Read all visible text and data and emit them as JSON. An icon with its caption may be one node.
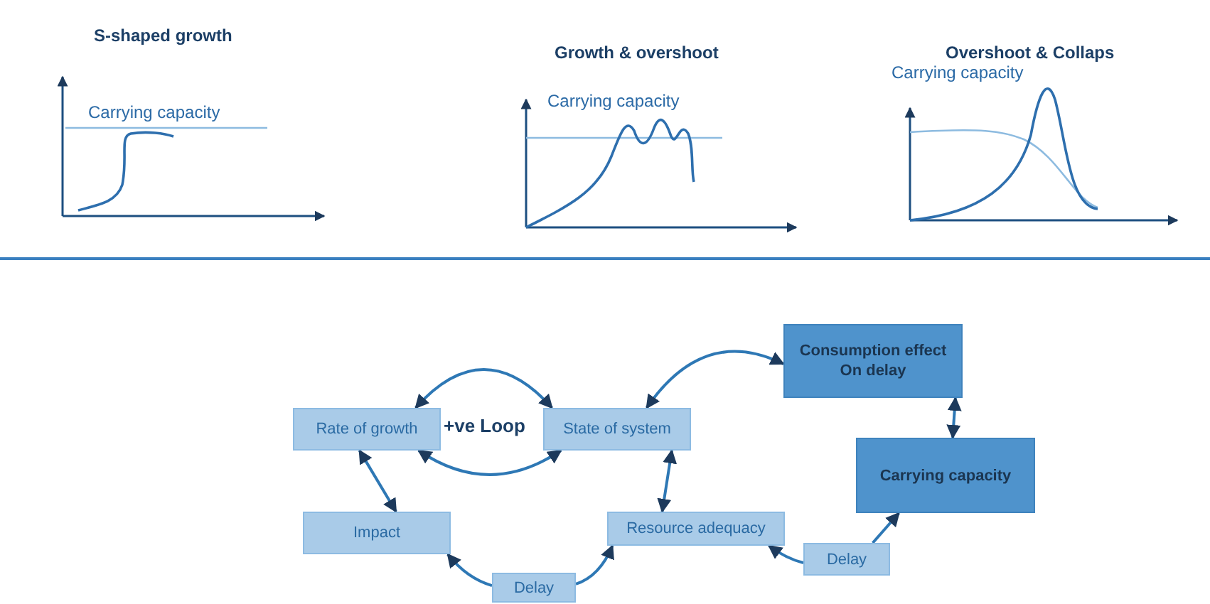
{
  "diagram": {
    "nodes": [
      {
        "text": [
          "Consumption effect On delay"
        ]
      },
      {
        "text": [
          "Rate of growth"
        ]
      },
      {
        "text": [
          "State of system"
        ]
      },
      {
        "text": [
          "Carrying capacity"
        ]
      },
      {
        "text": [
          "Impact"
        ]
      },
      {
        "text": [
          "Resource adequacy"
        ]
      },
      {
        "text": [
          "Delay"
        ]
      },
      {
        "text": [
          "Delay"
        ]
      }
    ],
    "edges": [
      {
        "from": 1,
        "to": 2,
        "arrow": "both"
      },
      {
        "from": 2,
        "to": 1,
        "arrow": "both"
      },
      {
        "from": 1,
        "to": 4,
        "arrow": "both"
      },
      {
        "from": 2,
        "to": 0,
        "arrow": "both"
      },
      {
        "from": 2,
        "to": 5,
        "arrow": "both"
      },
      {
        "from": 0,
        "to": 3,
        "arrow": "both"
      },
      {
        "from": 6,
        "to": 5,
        "arrow": "to"
      },
      {
        "from": 6,
        "to": 3,
        "arrow": "to"
      },
      {
        "from": 7,
        "to": 4,
        "arrow": "to"
      },
      {
        "from": 7,
        "to": 5,
        "arrow": "to"
      }
    ],
    "labels": [
      "S-shaped growth",
      "Growth & overshoot",
      "Overshoot & Collaps",
      "Carrying capacity",
      "Carrying capacity",
      "Carrying capacity",
      "+ve Loop"
    ]
  }
}
